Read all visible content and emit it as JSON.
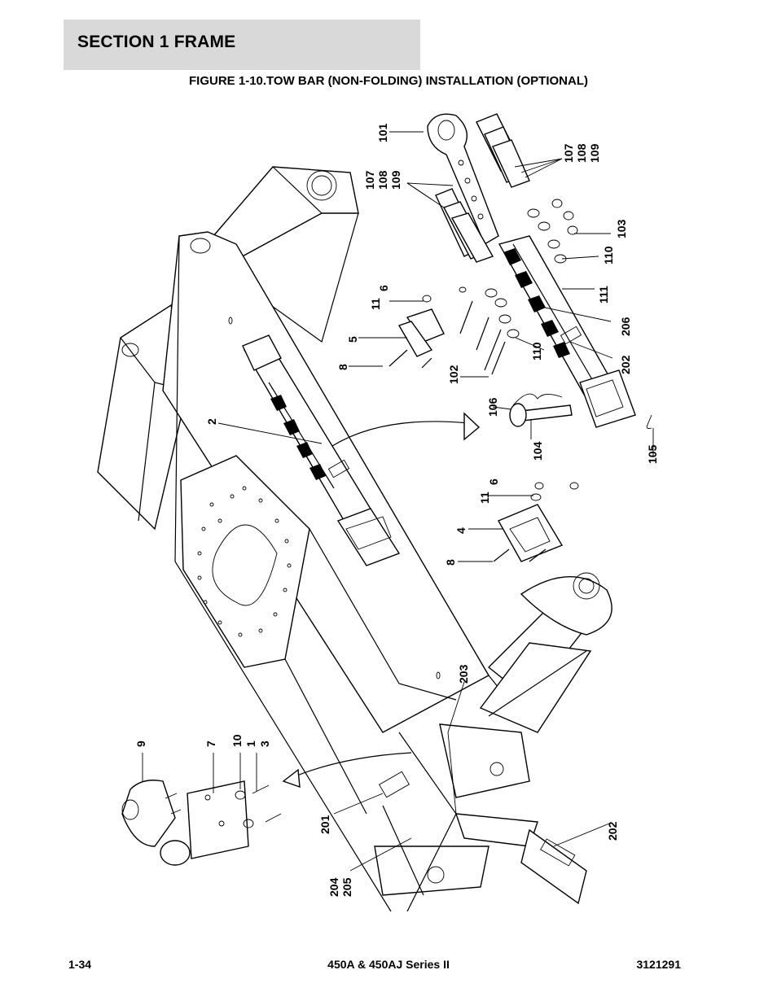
{
  "header": {
    "section_title": "SECTION 1  FRAME",
    "figure_title": "FIGURE 1-10.TOW BAR (NON-FOLDING) INSTALLATION (OPTIONAL)"
  },
  "callouts": {
    "c101": "101",
    "c107_108_109_top_a": "107",
    "c107_108_109_top_b": "108",
    "c107_108_109_top_c": "109",
    "c107_108_109_left_a": "107",
    "c107_108_109_left_b": "108",
    "c107_108_109_left_c": "109",
    "c103": "103",
    "c110_top": "110",
    "c111": "111",
    "c206": "206",
    "c110_mid": "110",
    "c202_top": "202",
    "c11_top": "11",
    "c6_top": "6",
    "c5": "5",
    "c8_top": "8",
    "c102": "102",
    "c106": "106",
    "c104": "104",
    "c105": "105",
    "c2": "2",
    "c11_mid": "11",
    "c6_mid": "6",
    "c4": "4",
    "c8_mid": "8",
    "c203": "203",
    "c9": "9",
    "c7": "7",
    "c10": "10",
    "c1": "1",
    "c3": "3",
    "c201": "201",
    "c204": "204",
    "c205": "205",
    "c202_bottom": "202"
  },
  "footer": {
    "page_number": "1-34",
    "model": "450A & 450AJ Series II",
    "doc_number": "3121291"
  }
}
